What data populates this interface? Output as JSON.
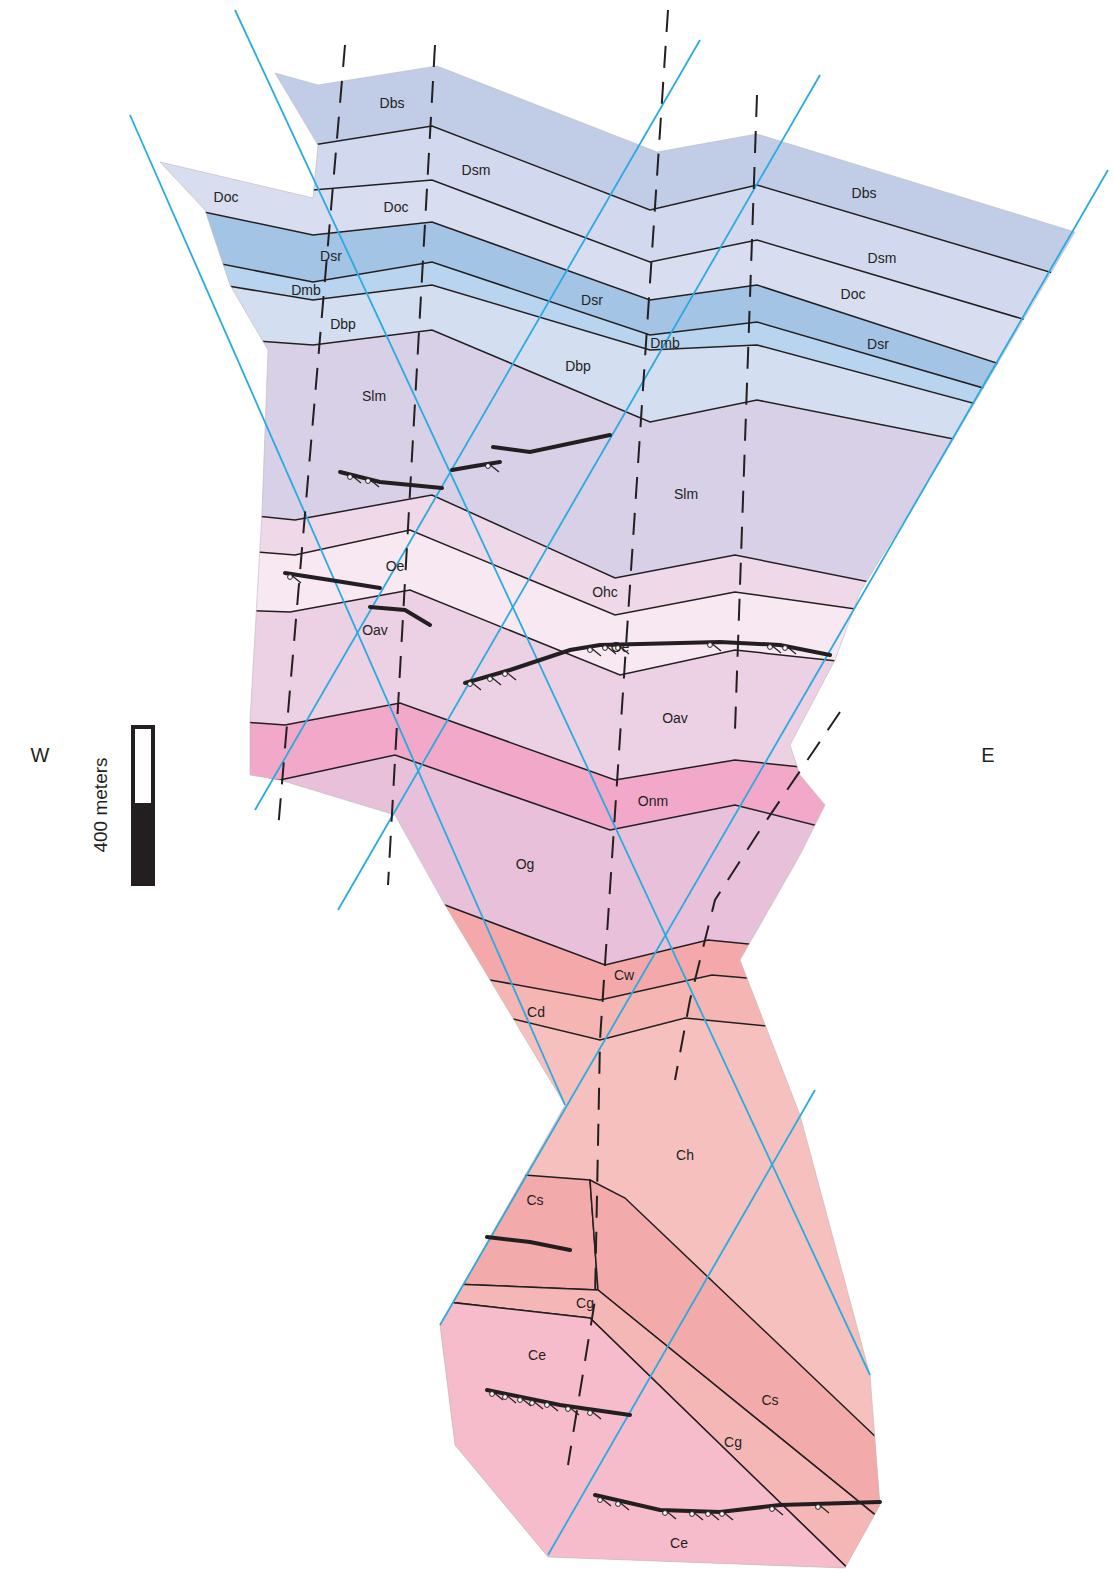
{
  "diagram": {
    "labels": [
      "Dbs",
      "Doc",
      "Dsm",
      "Doc",
      "Dsr",
      "Dmb",
      "Dbp",
      "Dbs",
      "Dsm",
      "Doc",
      "Dsr",
      "Dsr",
      "Dmb",
      "Dbp",
      "Slm",
      "Slm",
      "Oe",
      "Ohc",
      "Oe",
      "Oav",
      "Oav",
      "W",
      "400 meters",
      "E",
      "Onm",
      "Og",
      "Cw",
      "Cd",
      "Ch",
      "Cs",
      "Cg",
      "Ce",
      "Cs",
      "Cg",
      "Ce"
    ]
  }
}
